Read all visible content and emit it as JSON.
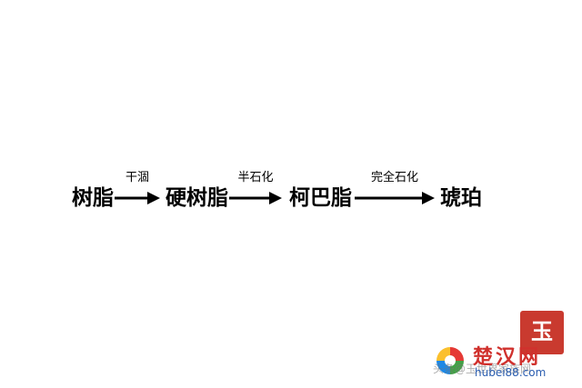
{
  "diagram": {
    "stages": [
      "树脂",
      "硬树脂",
      "柯巴脂",
      "琥珀"
    ],
    "transitions": [
      "干涸",
      "半石化",
      "完全石化"
    ]
  },
  "watermark": {
    "seal_char": "玉",
    "brand": "楚汉网",
    "url": "hubei88.com",
    "faint_text": "头条@玉世界家族网",
    "seal_color": "#c93a2f",
    "brand_color": "#d0312d"
  }
}
